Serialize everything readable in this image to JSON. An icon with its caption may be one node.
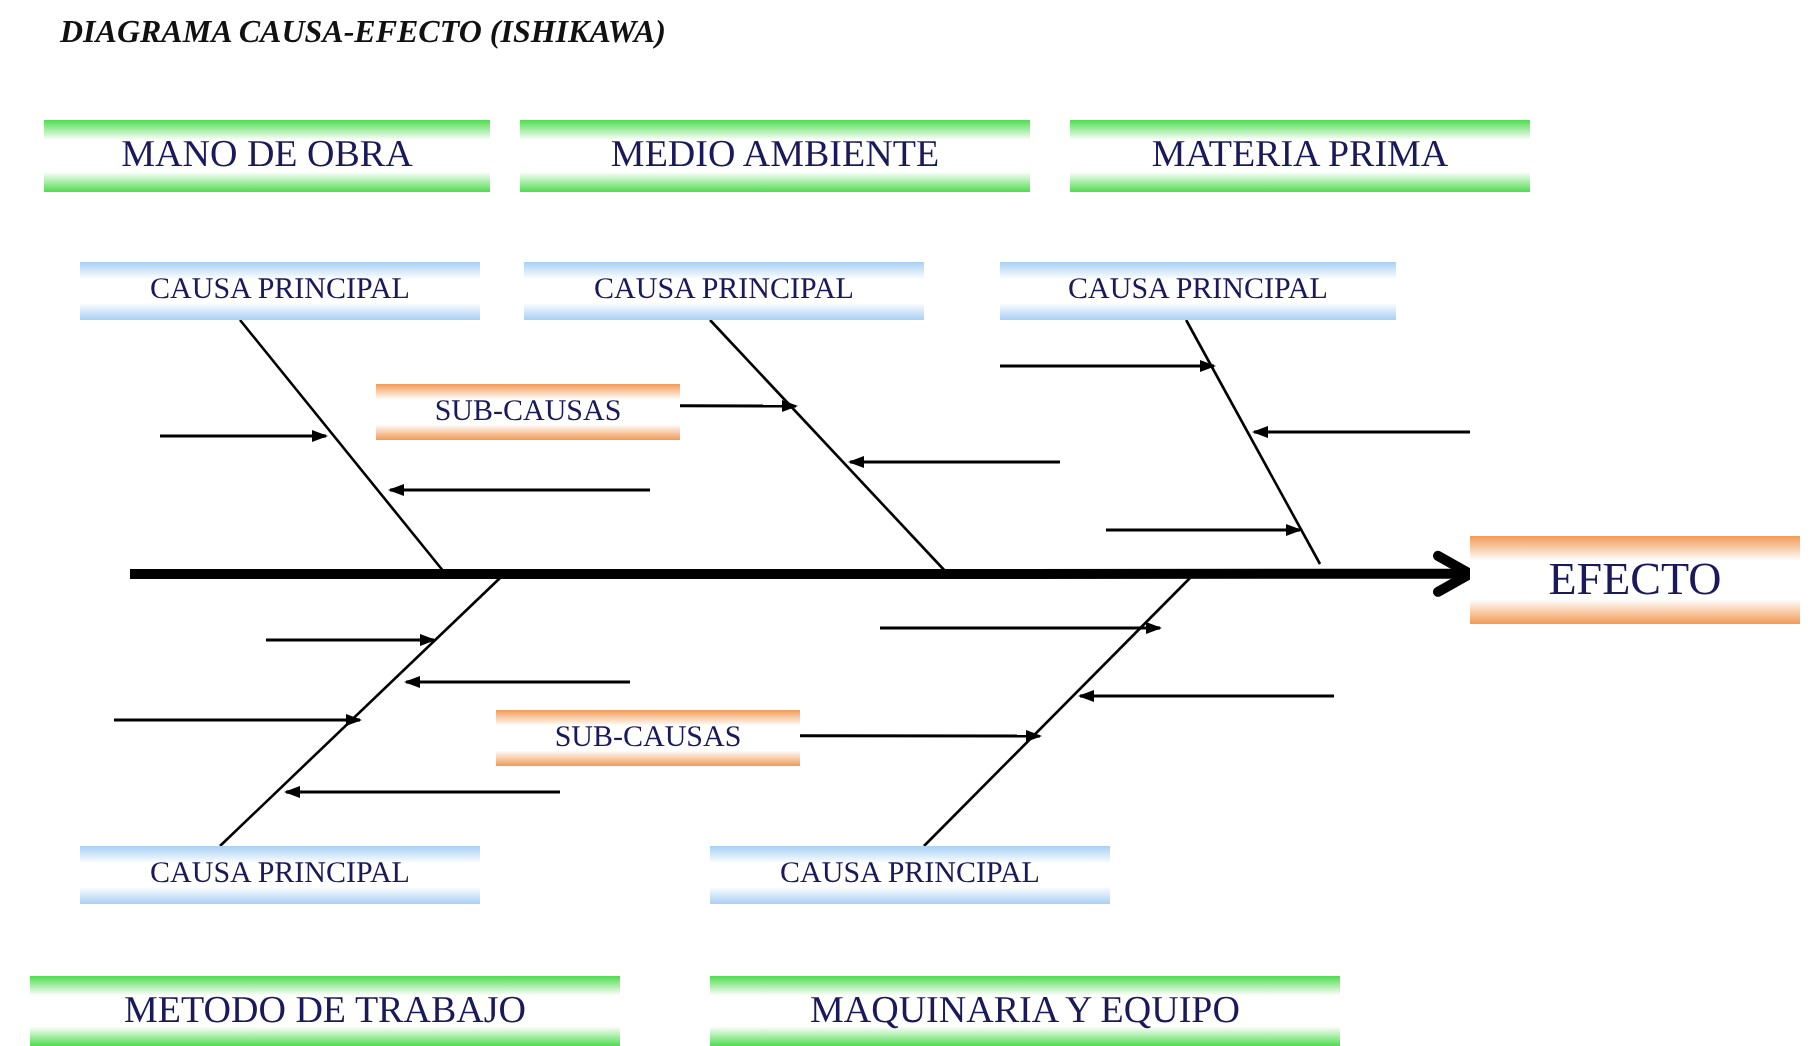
{
  "diagram": {
    "title": "DIAGRAMA CAUSA-EFECTO (ISHIKAWA)",
    "nodes": [
      {
        "text": [
          "MANO DE OBRA"
        ]
      },
      {
        "text": [
          "MEDIO AMBIENTE"
        ]
      },
      {
        "text": [
          "MATERIA PRIMA"
        ]
      },
      {
        "text": [
          "CAUSA PRINCIPAL"
        ]
      },
      {
        "text": [
          "CAUSA PRINCIPAL"
        ]
      },
      {
        "text": [
          "CAUSA PRINCIPAL"
        ]
      },
      {
        "text": [
          "SUB-CAUSAS"
        ]
      },
      {
        "text": [
          "EFECTO"
        ]
      },
      {
        "text": [
          "SUB-CAUSAS"
        ]
      },
      {
        "text": [
          "CAUSA PRINCIPAL"
        ]
      },
      {
        "text": [
          "CAUSA PRINCIPAL"
        ]
      },
      {
        "text": [
          "METODO DE TRABAJO"
        ]
      },
      {
        "text": [
          "MAQUINARIA Y EQUIPO"
        ]
      }
    ],
    "edges": [
      {
        "from": null,
        "to": 7,
        "arrow": "to",
        "style": "thick"
      },
      {
        "from": 3,
        "to": null,
        "arrow": "none"
      },
      {
        "from": 4,
        "to": null,
        "arrow": "none"
      },
      {
        "from": 5,
        "to": null,
        "arrow": "none"
      },
      {
        "from": 9,
        "to": null,
        "arrow": "none"
      },
      {
        "from": 10,
        "to": null,
        "arrow": "none"
      },
      {
        "from": 6,
        "to": null,
        "arrow": "to"
      },
      {
        "from": 8,
        "to": null,
        "arrow": "to"
      }
    ]
  }
}
